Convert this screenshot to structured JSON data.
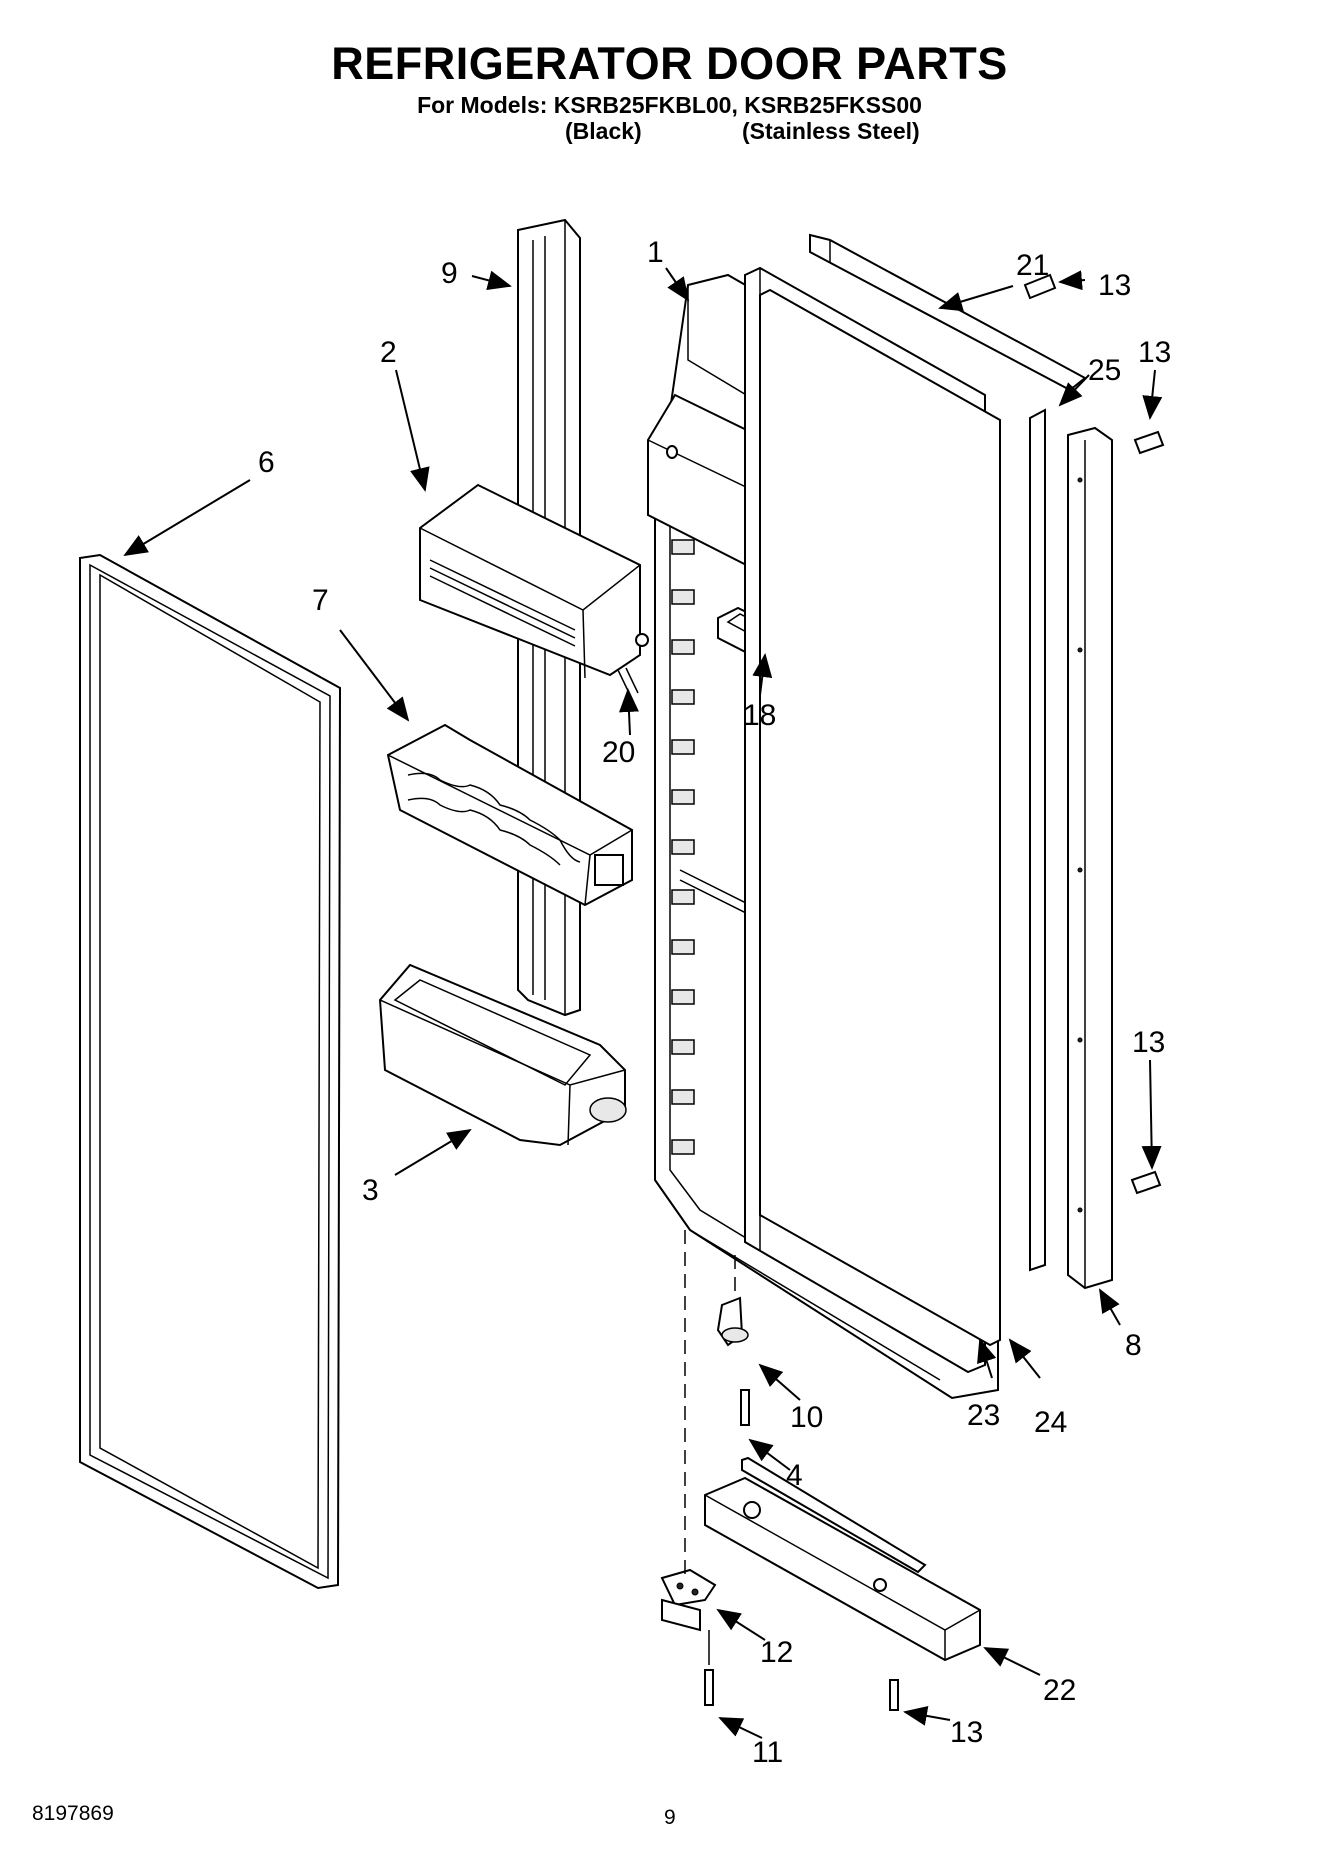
{
  "header": {
    "title": "REFRIGERATOR DOOR PARTS",
    "models_line": "For Models: KSRB25FKBL00, KSRB25FKSS00",
    "variant_black": "(Black)",
    "variant_stainless": "(Stainless Steel)"
  },
  "callouts": {
    "c1": "1",
    "c2": "2",
    "c3": "3",
    "c4": "4",
    "c6": "6",
    "c7": "7",
    "c8": "8",
    "c9": "9",
    "c10": "10",
    "c11": "11",
    "c12": "12",
    "c13a": "13",
    "c13b": "13",
    "c13c": "13",
    "c13d": "13",
    "c18": "18",
    "c20": "20",
    "c21": "21",
    "c22": "22",
    "c23": "23",
    "c24": "24",
    "c25": "25"
  },
  "footer": {
    "doc_number": "8197869",
    "page_number": "9"
  }
}
